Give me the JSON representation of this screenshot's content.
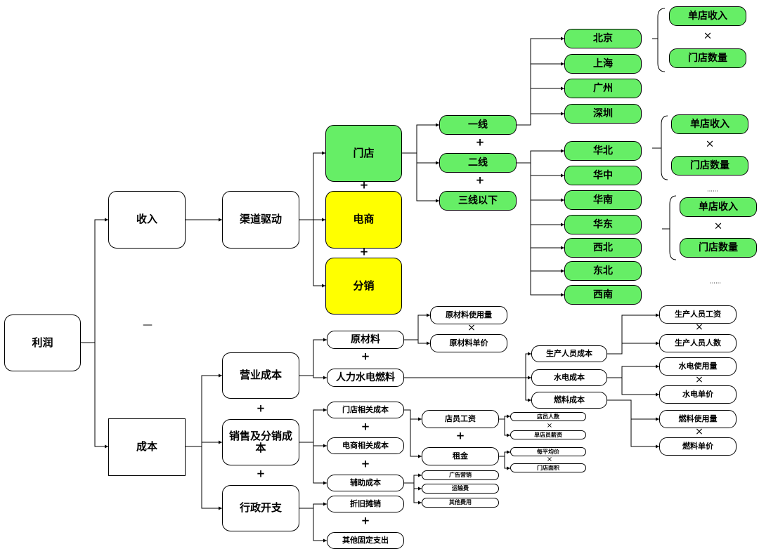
{
  "profit": "利润",
  "revenue": "收入",
  "cost": "成本",
  "minus": "—",
  "plus": "+",
  "times": "×",
  "ellipsis": "……",
  "channel_driver": "渠道驱动",
  "channels": {
    "store": "门店",
    "ecommerce": "电商",
    "distribution": "分销"
  },
  "tiers": {
    "t1": "一线",
    "t2": "二线",
    "t3": "三线以下"
  },
  "tier1_cities": [
    "北京",
    "上海",
    "广州",
    "深圳"
  ],
  "tier2_regions": [
    "华北",
    "华中",
    "华南",
    "华东",
    "西北",
    "东北",
    "西南"
  ],
  "store_formula": {
    "per_store_revenue": "单店收入",
    "store_count": "门店数量"
  },
  "cost_groups": {
    "operating": "营业成本",
    "sales_distribution": "销售及分销成本",
    "admin": "行政开支"
  },
  "operating_items": {
    "raw_material": "原材料",
    "labor_utilities_fuel": "人力水电燃料"
  },
  "raw_material_items": {
    "usage": "原材料使用量",
    "unit_price": "原材料单价"
  },
  "labor_utilities_items": {
    "production_labor": "生产人员成本",
    "utilities": "水电成本",
    "fuel": "燃料成本"
  },
  "production_labor_items": {
    "wage": "生产人员工资",
    "headcount": "生产人员人数"
  },
  "utilities_items": {
    "usage": "水电使用量",
    "unit_price": "水电单价"
  },
  "fuel_items": {
    "usage": "燃料使用量",
    "unit_price": "燃料单价"
  },
  "sales_items": {
    "store_related": "门店相关成本",
    "ecommerce_related": "电商相关成本",
    "auxiliary": "辅助成本"
  },
  "store_cost_items": {
    "staff_wage": "店员工资",
    "rent": "租金"
  },
  "staff_wage_items": {
    "count": "店员人数",
    "salary": "单店员薪资"
  },
  "rent_items": {
    "avg_price": "每平均价",
    "area": "门店面积"
  },
  "auxiliary_items": {
    "advertising": "广告营销",
    "shipping": "运输费",
    "other": "其他费用"
  },
  "admin_items": {
    "depreciation": "折旧摊销",
    "other_fixed": "其他固定支出"
  }
}
